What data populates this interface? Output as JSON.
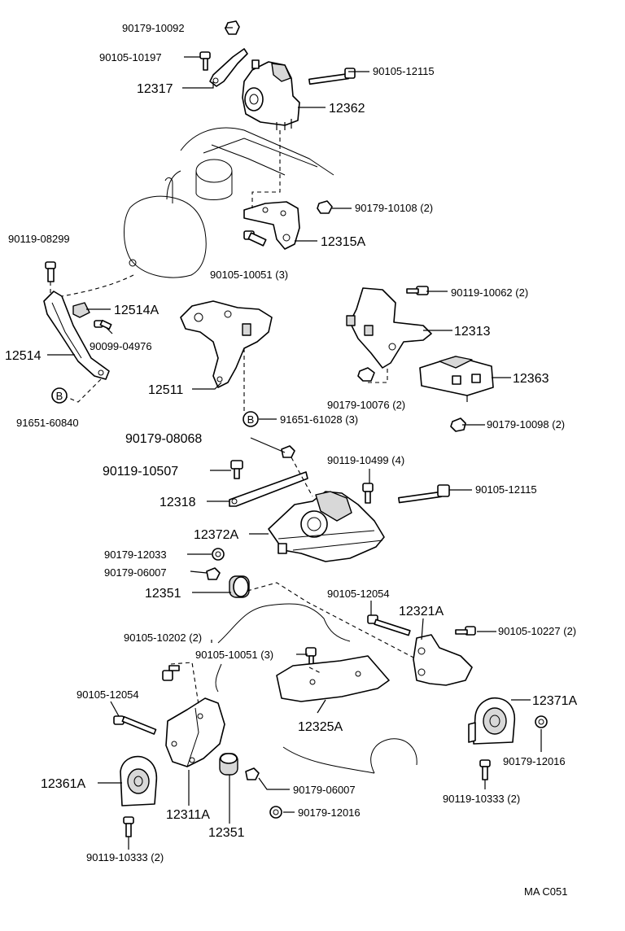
{
  "labels": {
    "p90179_10092": "90179-10092",
    "p90105_10197": "90105-10197",
    "p12317": "12317",
    "p90105_12115_a": "90105-12115",
    "p12362": "12362",
    "p90179_10108": "90179-10108 (2)",
    "p12315A": "12315A",
    "p90105_10051_a": "90105-10051 (3)",
    "p90119_08299": "90119-08299",
    "p12514A": "12514A",
    "p90099_04976": "90099-04976",
    "p12514": "12514",
    "p91651_60840": "91651-60840",
    "p12511": "12511",
    "p91651_61028": "91651-61028 (3)",
    "p90119_10062": "90119-10062 (2)",
    "p12313": "12313",
    "p12363": "12363",
    "p90179_10076": "90179-10076 (2)",
    "p90179_10098": "90179-10098 (2)",
    "p90179_08068": "90179-08068",
    "p90119_10507": "90119-10507",
    "p12318": "12318",
    "p90119_10499": "90119-10499 (4)",
    "p90105_12115_b": "90105-12115",
    "p12372A": "12372A",
    "p90179_12033": "90179-12033",
    "p90179_06007_a": "90179-06007",
    "p12351_a": "12351",
    "p90105_12054_a": "90105-12054",
    "p12321A": "12321A",
    "p90105_10227": "90105-10227 (2)",
    "p90105_10202": "90105-10202 (2)",
    "p90105_10051_b": "90105-10051 (3)",
    "p90105_12054_b": "90105-12054",
    "p12325A": "12325A",
    "p12371A": "12371A",
    "p90179_12016_a": "90179-12016",
    "p12361A": "12361A",
    "p90119_10333_a": "90119-10333 (2)",
    "p12311A": "12311A",
    "p12351_b": "12351",
    "p90179_06007_b": "90179-06007",
    "p90179_12016_b": "90179-12016",
    "p90119_10333_b": "90119-10333 (2)",
    "badgeB": "B",
    "code": "MA  C051"
  }
}
